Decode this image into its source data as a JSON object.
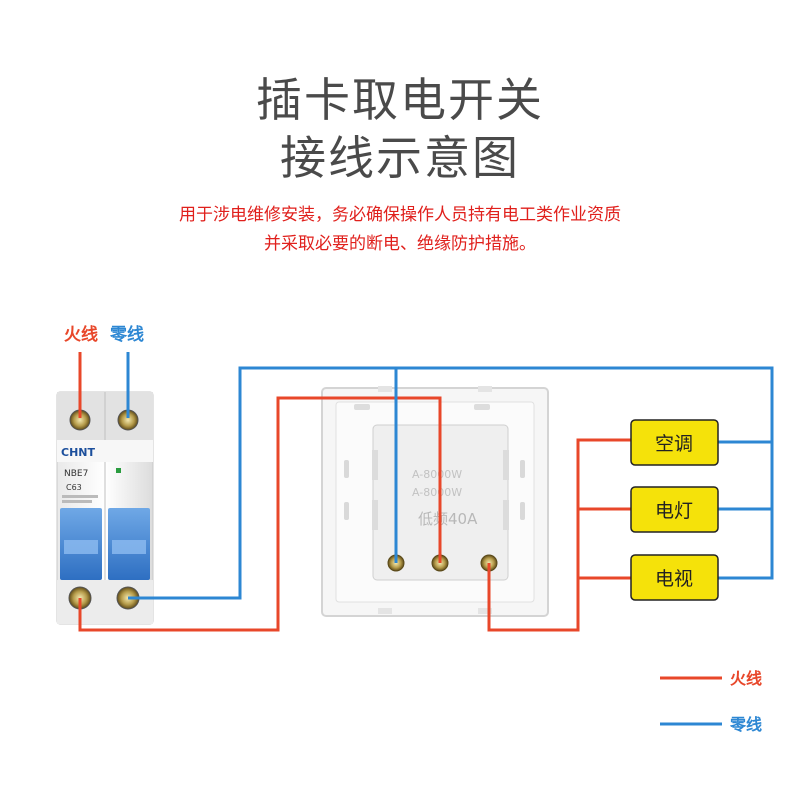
{
  "title": {
    "line1": "插卡取电开关",
    "line2": "接线示意图"
  },
  "warning": {
    "line1": "用于涉电维修安装，务必确保操作人员持有电工类作业资质",
    "line2": "并采取必要的断电、绝缘防护措施。"
  },
  "breaker": {
    "live_label": "火线",
    "neutral_label": "零线",
    "brand": "CHNT",
    "model": "NBE7",
    "rating": "C63"
  },
  "switch": {
    "big_text": "低频40A",
    "spec_line1": "A-8000W",
    "spec_line2": "A-8000W"
  },
  "loads": [
    {
      "label": "空调"
    },
    {
      "label": "电灯"
    },
    {
      "label": "电视"
    }
  ],
  "legend": [
    {
      "label": "火线",
      "color": "#e8472a"
    },
    {
      "label": "零线",
      "color": "#2d87d3"
    }
  ],
  "colors": {
    "live": "#e8472a",
    "neutral": "#2d87d3",
    "load_fill": "#f5e20a",
    "warning": "#e0201c"
  }
}
